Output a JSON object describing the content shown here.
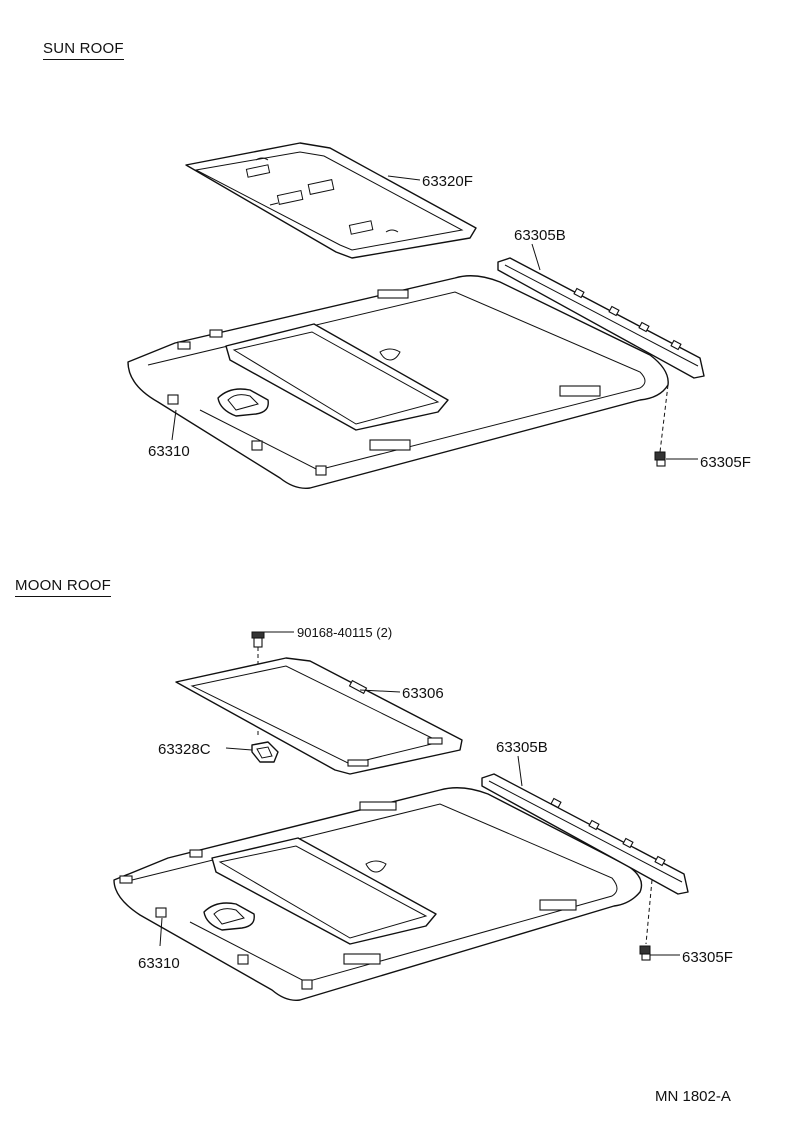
{
  "sections": [
    {
      "title": "SUN ROOF",
      "labels": {
        "sunshade": "63320F",
        "rail": "63305B",
        "headliner": "63310",
        "clip": "63305F"
      }
    },
    {
      "title": "MOON ROOF",
      "labels": {
        "screw": "90168-40115 (2)",
        "frame": "63306",
        "holder": "63328C",
        "rail": "63305B",
        "headliner": "63310",
        "clip": "63305F"
      }
    }
  ],
  "diagram_code": "MN 1802-A"
}
